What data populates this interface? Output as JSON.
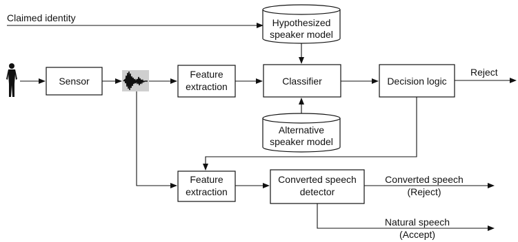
{
  "diagram": {
    "nodes": {
      "sensor": "Sensor",
      "feature_extraction_top": [
        "Feature",
        "extraction"
      ],
      "classifier": "Classifier",
      "decision_logic": "Decision logic",
      "hypothesized_model": [
        "Hypothesized",
        "speaker model"
      ],
      "alternative_model": [
        "Alternative",
        "speaker model"
      ],
      "feature_extraction_bottom": [
        "Feature",
        "extraction"
      ],
      "converted_detector": [
        "Converted speech",
        "detector"
      ]
    },
    "labels": {
      "claimed_identity": "Claimed identity",
      "reject": "Reject",
      "converted_speech": "Converted speech",
      "converted_reject": "(Reject)",
      "natural_speech": "Natural speech",
      "natural_accept": "(Accept)"
    },
    "icons": {
      "speaker": "person-silhouette-icon",
      "signal": "speech-waveform-icon"
    },
    "colors": {
      "stroke": "#111111",
      "waveform_background": "#cfcfcf"
    }
  }
}
